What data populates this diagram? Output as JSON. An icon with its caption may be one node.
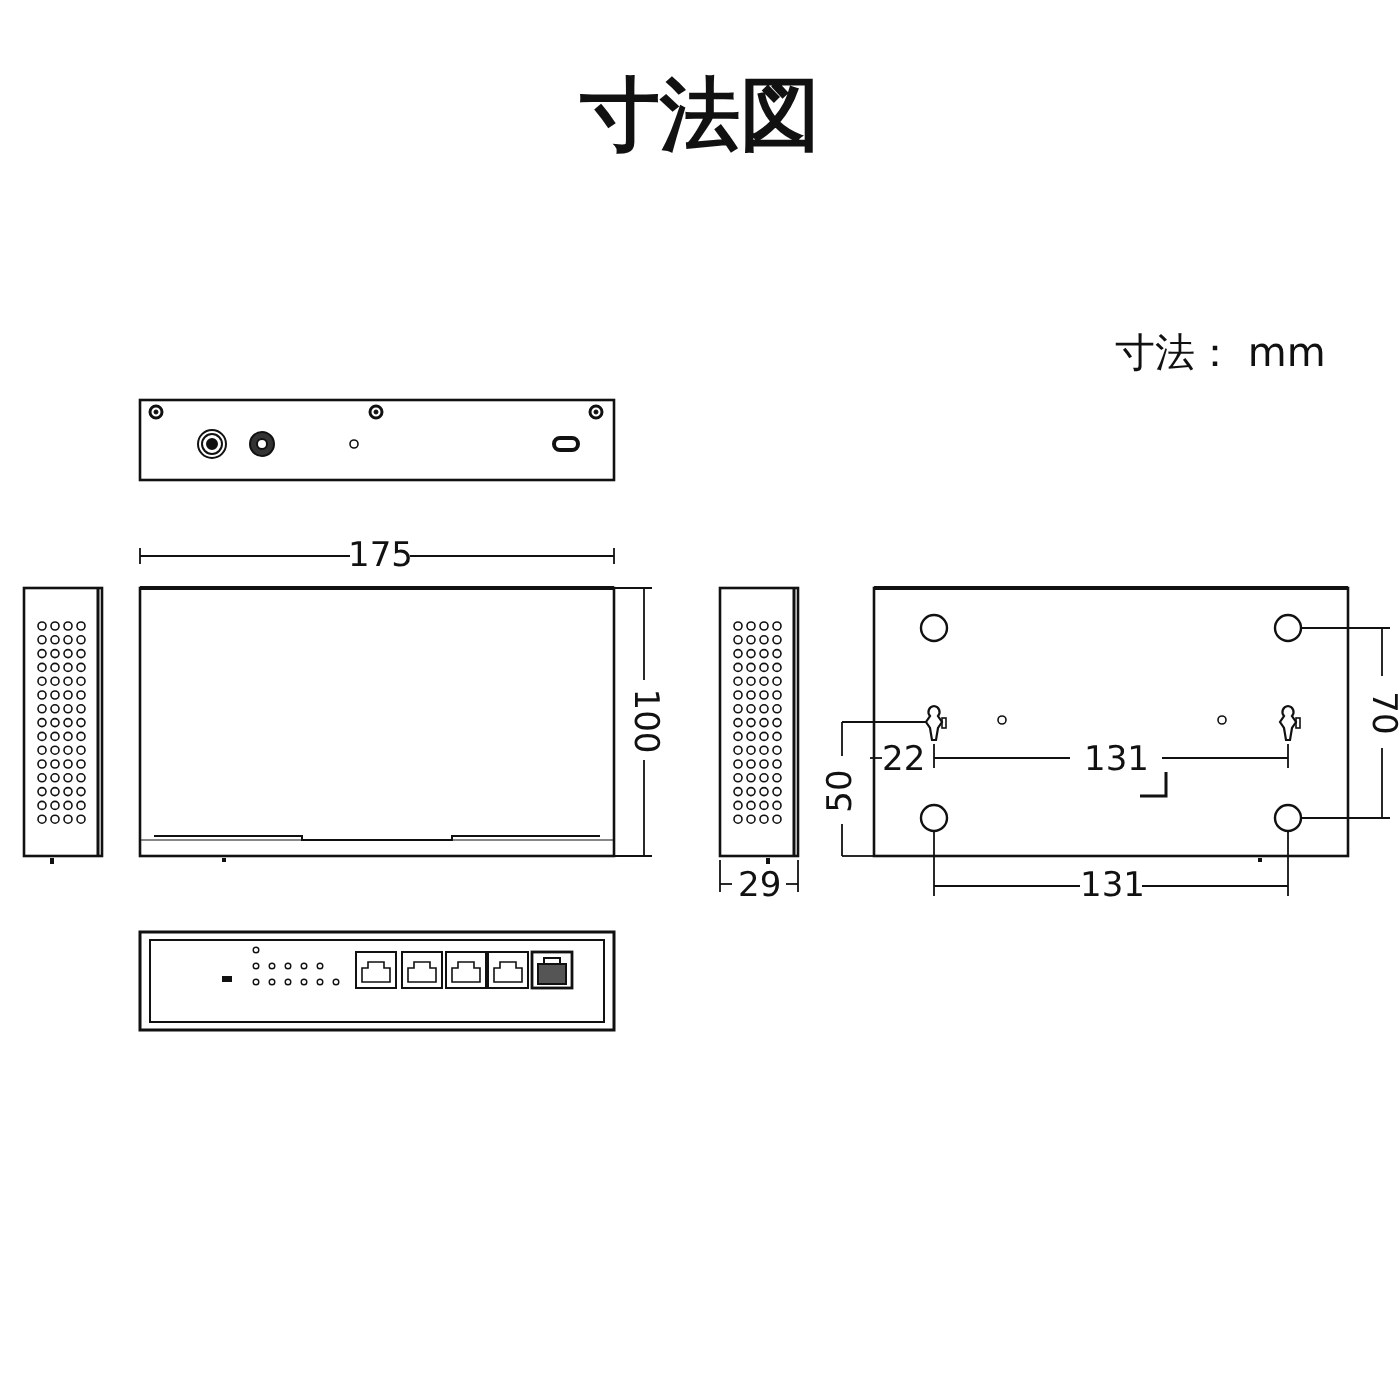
{
  "diagram": {
    "title": "寸法図",
    "labels": [
      "寸法： mm",
      "175",
      "100",
      "29",
      "50",
      "22",
      "131",
      "70",
      "131"
    ]
  }
}
